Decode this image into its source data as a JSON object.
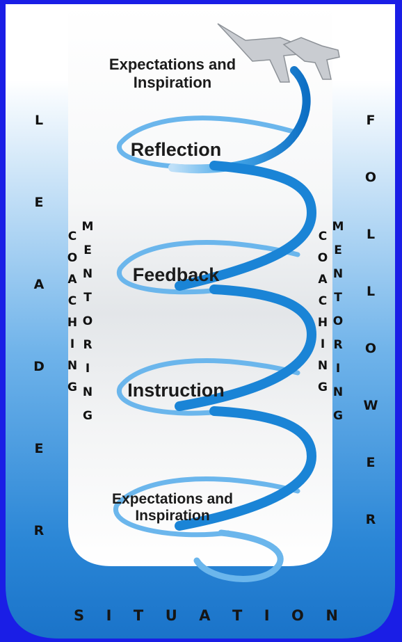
{
  "diagram": {
    "left_label": "LEADER",
    "right_label": "FOLLOWER",
    "bottom_label": "SITUATION",
    "coaching": "COACHING",
    "mentoring": "MENTORING",
    "phases": [
      {
        "id": "top",
        "line1": "Expectations and",
        "line2": "Inspiration"
      },
      {
        "id": "reflection",
        "line1": "Reflection"
      },
      {
        "id": "feedback",
        "line1": "Feedback"
      },
      {
        "id": "instruction",
        "line1": "Instruction"
      },
      {
        "id": "bottom",
        "line1": "Expectations and",
        "line2": "Inspiration"
      }
    ]
  },
  "colors": {
    "frame": "#1a1ee6",
    "panel_blue": "#1f7fd2",
    "spiral": "#1e88d8"
  }
}
